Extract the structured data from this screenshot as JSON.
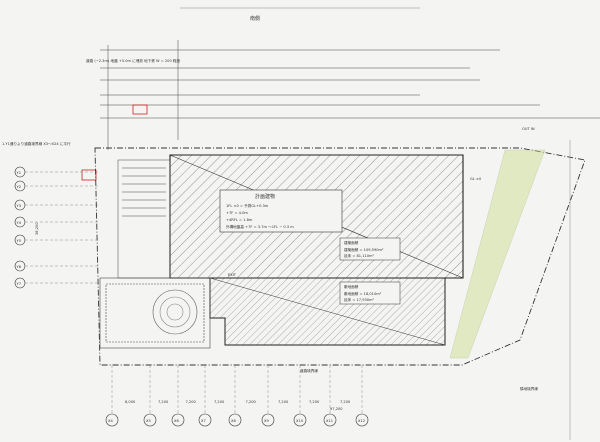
{
  "colors": {
    "paper": "#f4f4f2",
    "line": "#333333",
    "hatch": "#555555",
    "accent_red": "#d02020",
    "accent_green": "#c8dc8a"
  },
  "top_note": "道路 (−2.3m) 地盤 +5.0m に埋設 地下鉄 W = 200 程度",
  "top_label": "南側",
  "axis_x": [
    "X4",
    "X5",
    "X6",
    "X7",
    "X8",
    "X9",
    "X10",
    "X11",
    "X12"
  ],
  "axis_y": [
    "Y1",
    "Y2",
    "Y3",
    "Y4",
    "Y5",
    "Y6",
    "Y7"
  ],
  "x_spans": [
    "8,000",
    "7,200",
    "7,200",
    "7,200",
    "7,200",
    "7,200",
    "7,200",
    "7,200"
  ],
  "x_total": "97,200",
  "left_total": "38,200",
  "building_main": {
    "title": "計画建物",
    "lines": [
      "1FL ±0 = 予測GL+0.3m",
      "+7F = 4.0m",
      "+4RFL = 1.8m",
      "外構地盤高 +7F = 3.7m 〜1FL − 0.3 m"
    ]
  },
  "area_box_1": {
    "title": "建築面積",
    "rows": [
      "建築面積  =  109,590m²",
      "延床    =  81,110m²"
    ]
  },
  "area_box_2": {
    "title": "敷地面積",
    "rows": [
      "敷地面積  =  18,010m²",
      "延床    =  17,930m²"
    ]
  },
  "right_label": "GL ±0",
  "bottom_label": "道路境界線",
  "bottom_right_label": "隣地境界線",
  "left_note": "1.Y1通りより道路境界線 X3〜X24 に平行",
  "exit_label": "EXIT",
  "out_in_label": "OUT  IN"
}
